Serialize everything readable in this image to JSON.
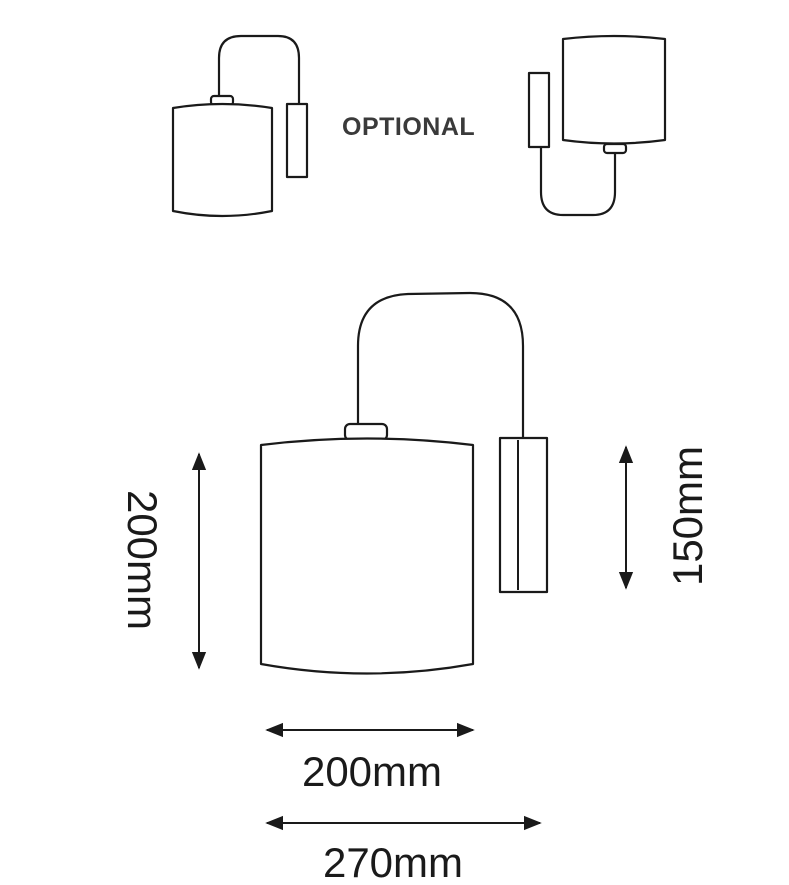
{
  "labels": {
    "optional": "OPTIONAL",
    "shade_height": "200mm",
    "mount_height": "150mm",
    "shade_width": "200mm",
    "total_width": "270mm"
  }
}
